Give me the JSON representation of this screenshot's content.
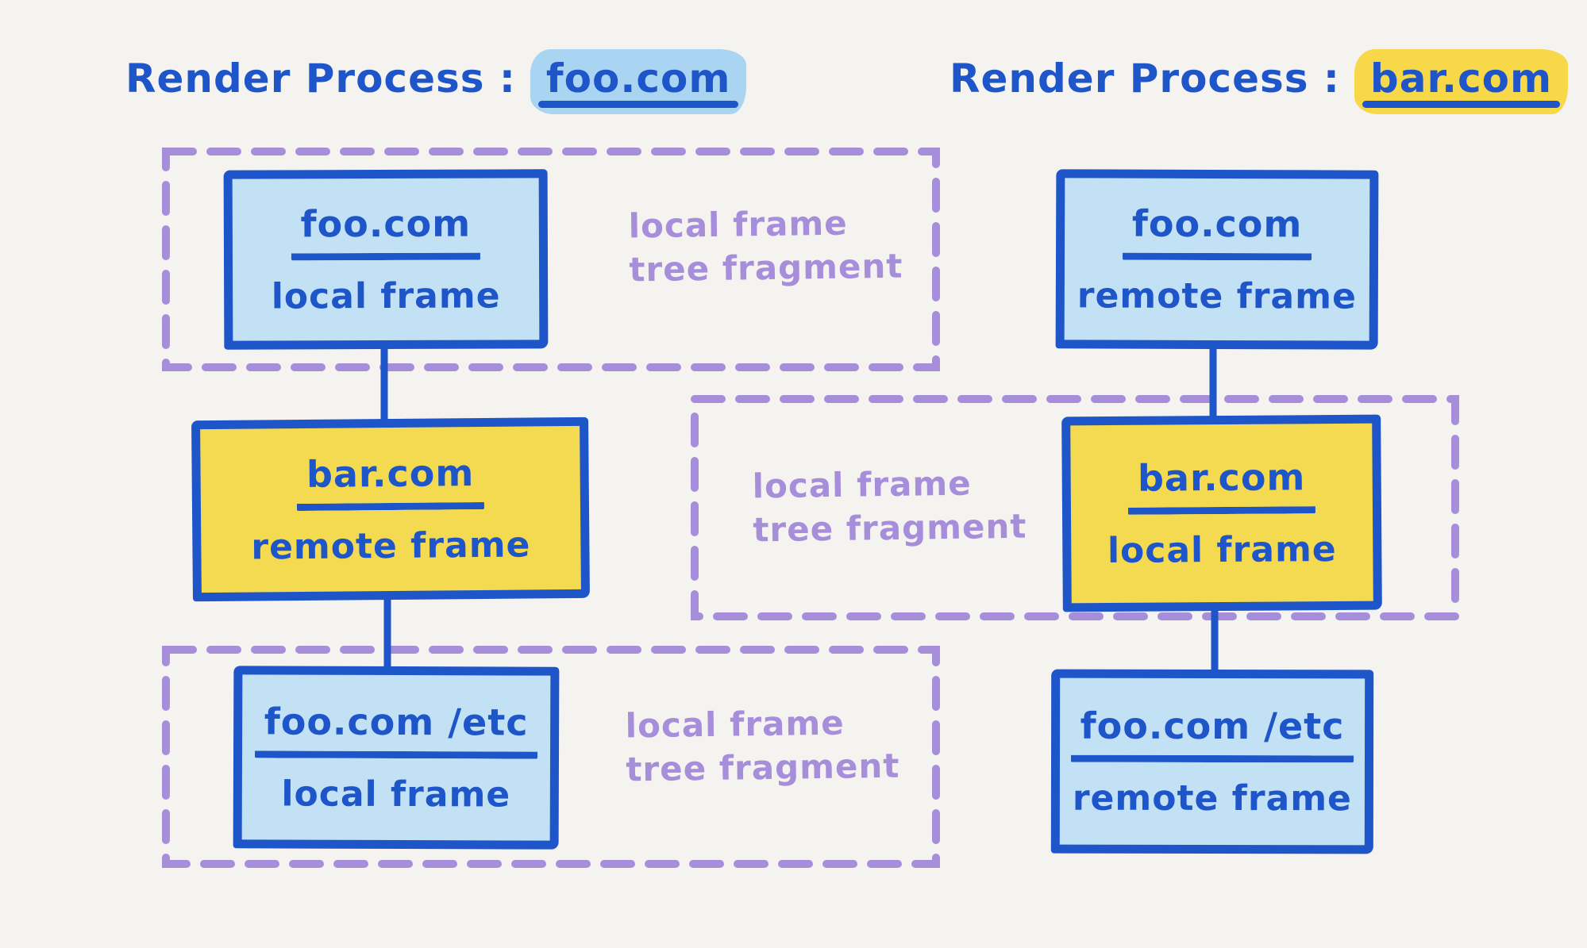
{
  "colors": {
    "background": "#f4f3f0",
    "ink_blue": "#1e55c9",
    "fill_blue": "#c2e1f5",
    "fill_yellow": "#f4da50",
    "purple": "#a78edb",
    "highlight_blue": "#aad5f2",
    "highlight_yellow": "#f6d848"
  },
  "left_process": {
    "title_prefix": "Render Process :",
    "title_domain": "foo.com",
    "top_node": {
      "domain": "foo.com",
      "kind": "local frame"
    },
    "middle_node": {
      "domain": "bar.com",
      "kind": "remote frame"
    },
    "bottom_node": {
      "domain": "foo.com /etc",
      "kind": "local frame"
    },
    "top_fragment_label": {
      "line1": "local frame",
      "line2": "tree fragment"
    },
    "bottom_fragment_label": {
      "line1": "local frame",
      "line2": "tree fragment"
    }
  },
  "right_process": {
    "title_prefix": "Render Process :",
    "title_domain": "bar.com",
    "top_node": {
      "domain": "foo.com",
      "kind": "remote frame"
    },
    "middle_node": {
      "domain": "bar.com",
      "kind": "local frame"
    },
    "bottom_node": {
      "domain": "foo.com /etc",
      "kind": "remote frame"
    },
    "middle_fragment_label": {
      "line1": "local frame",
      "line2": "tree fragment"
    }
  }
}
